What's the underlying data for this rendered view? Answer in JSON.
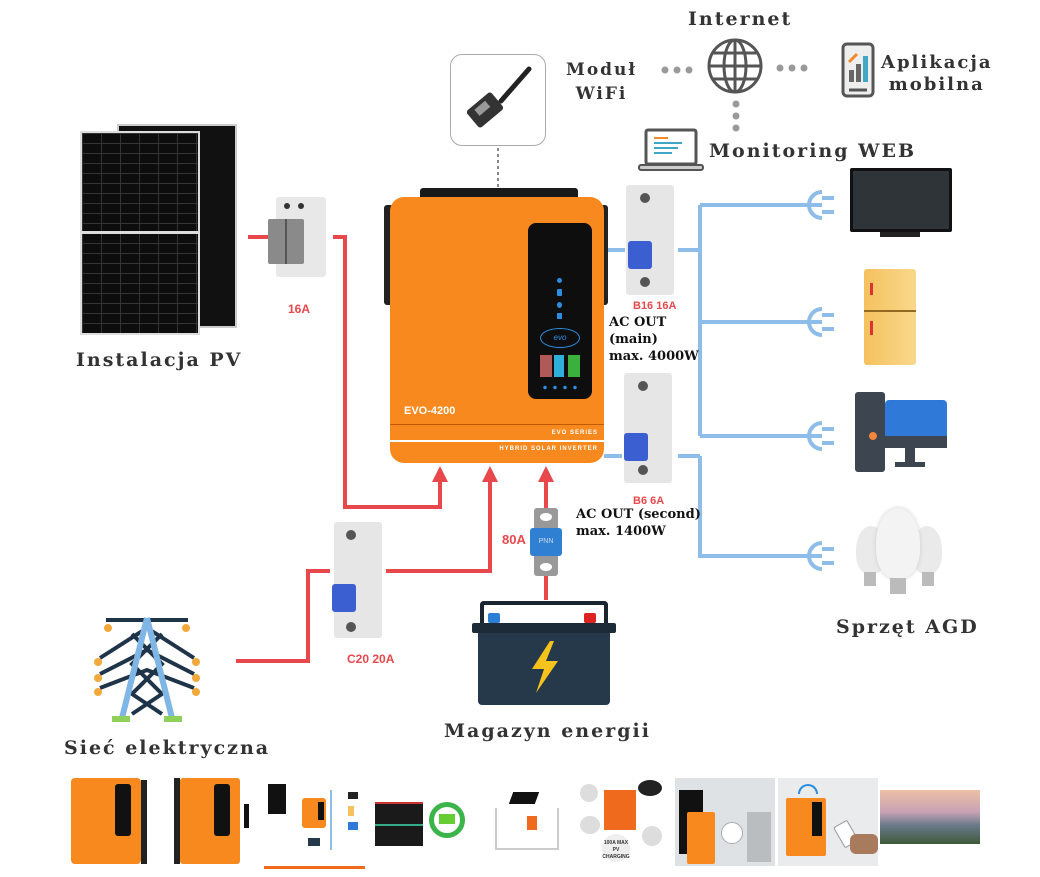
{
  "diagram": {
    "title": "Hybrid solar inverter installation schematic",
    "colors": {
      "dc_line": "#e8484c",
      "ac_line": "#8dbde8",
      "inverter_body": "#f7891f",
      "text": "#333333"
    },
    "network": {
      "internet_label": "Internet",
      "wifi_module_label": [
        "Moduł",
        "WiFi"
      ],
      "mobile_app_label": [
        "Aplikacja",
        "mobilna"
      ],
      "web_monitoring_label": "Monitoring WEB",
      "icons": [
        "globe-icon",
        "wifi-dongle-icon",
        "smartphone-chart-icon",
        "laptop-icon"
      ]
    },
    "pv": {
      "label": "Instalacja PV",
      "fuse_label": "16A"
    },
    "inverter": {
      "model": "EVO-4200",
      "series": "EVO SERIES",
      "type": "HYBRID SOLAR INVERTER",
      "logo": "evo"
    },
    "outputs": {
      "main_breaker_label": "B16  16A",
      "main_note": [
        "AC OUT",
        "(main)",
        "max. 4000W"
      ],
      "second_breaker_label": "B6 6A",
      "second_note": [
        "AC OUT (second)",
        "max. 1400W"
      ]
    },
    "battery": {
      "label": "Magazyn energii",
      "fuse_label": "80A",
      "fuse_text": "PNN"
    },
    "grid": {
      "label": "Sieć elektryczna",
      "breaker_label": "C20 20A"
    },
    "appliances": {
      "label": "Sprzęt AGD",
      "items": [
        "tv-icon",
        "fridge-icon",
        "desktop-computer-icon",
        "light-bulbs-icon"
      ]
    }
  },
  "thumbnails": [
    {
      "name": "inverter-front",
      "active": false
    },
    {
      "name": "inverter-with-wifi",
      "active": false
    },
    {
      "name": "installation-schematic",
      "active": true
    },
    {
      "name": "battery-charging",
      "active": false
    },
    {
      "name": "house-installation",
      "active": false
    },
    {
      "name": "inverter-features",
      "text": "100A MAX PV CHARGING",
      "active": false
    },
    {
      "name": "inverter-appliances",
      "active": false
    },
    {
      "name": "inverter-smartphone",
      "active": false
    },
    {
      "name": "solar-farm-sunset",
      "active": false
    }
  ]
}
